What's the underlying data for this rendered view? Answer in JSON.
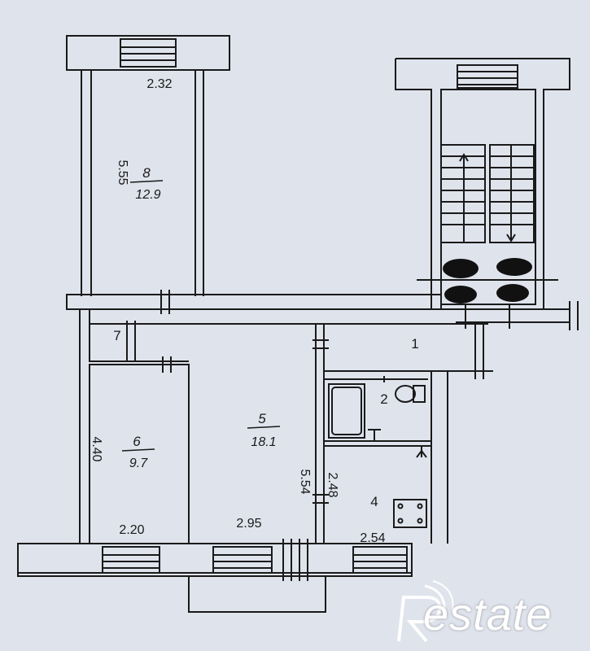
{
  "rooms": [
    {
      "id": "8",
      "number": "8",
      "area": "12.9"
    },
    {
      "id": "6",
      "number": "6",
      "area": "9.7"
    },
    {
      "id": "5",
      "number": "5",
      "area": "18.1"
    },
    {
      "id": "1",
      "number": "1"
    },
    {
      "id": "2",
      "number": "2"
    },
    {
      "id": "4",
      "number": "4"
    },
    {
      "id": "7",
      "number": "7"
    }
  ],
  "dimensions": {
    "room8_width": "2.32",
    "room8_length": "5.55",
    "room6_length": "4.40",
    "room6_width": "2.20",
    "room5_width": "2.95",
    "room5_length": "5.54",
    "room4_length": "2.48",
    "room4_width": "2.54"
  },
  "watermark": {
    "text": "estate",
    "logo_letter": "R"
  },
  "colors": {
    "background": "#dfe3ec",
    "wall": "#1a1a1a",
    "redaction": "#111111"
  }
}
